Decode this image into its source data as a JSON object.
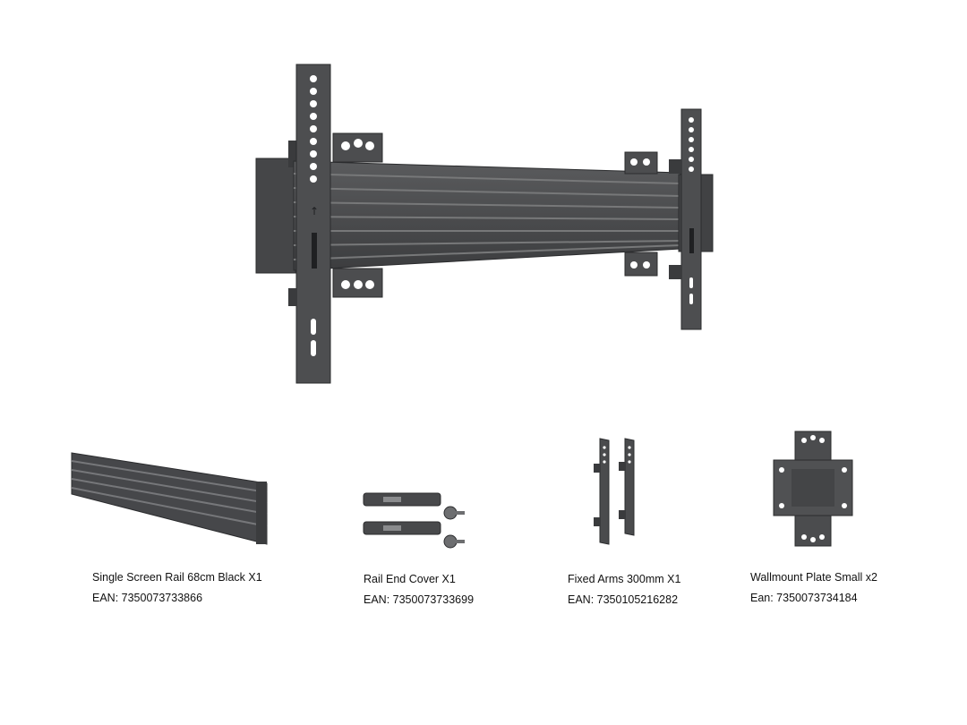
{
  "products": [
    {
      "name": "Single Screen Rail 68cm Black X1",
      "ean": "EAN: 7350073733866"
    },
    {
      "name": "Rail End Cover X1",
      "ean": "EAN: 7350073733699"
    },
    {
      "name": "Fixed Arms 300mm X1",
      "ean": "EAN: 7350105216282"
    },
    {
      "name": "Wallmount Plate Small x2",
      "ean": "Ean:  7350073734184"
    }
  ],
  "colors": {
    "metal": "#4a4b4d",
    "metal_dark": "#2e2f31",
    "metal_light": "#6b6c6e"
  }
}
